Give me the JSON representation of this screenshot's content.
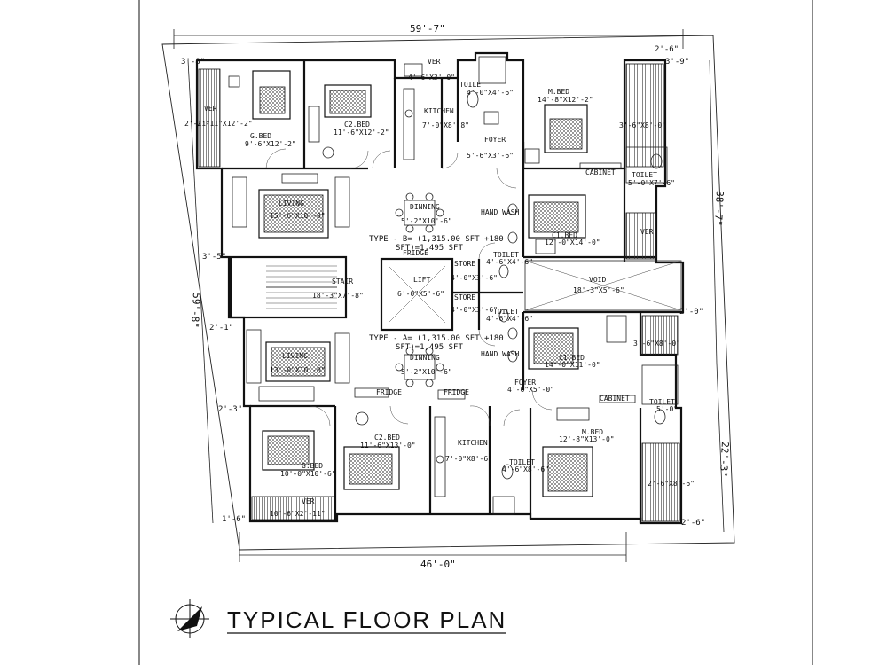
{
  "title": "TYPICAL FLOOR PLAN",
  "dimensions": {
    "top_width": "59'-7\"",
    "bottom_width": "46'-0\"",
    "left_height": "59'-8\"",
    "right_upper": "38'-7\"",
    "right_lower": "22'-3\"",
    "top_left_offset": "3'-8\"",
    "top_left_small": "2'-11\"",
    "top_right_small": "2'-6\"",
    "top_right_offset": "3'-9\"",
    "left_mid_1": "3'-5\"",
    "left_mid_2": "2'-1\"",
    "left_mid_3": "2'-3\"",
    "bottom_left_small": "1'-6\"",
    "bottom_right_small": "2'-6\"",
    "right_mid_small": "2'-0\""
  },
  "rooms": {
    "g_bed_top": "G.BED",
    "g_bed_top_size": "9'-6\"X12'-2\"",
    "c2_bed_top": "C2.BED",
    "c2_bed_top_size": "11'-6\"X12'-2\"",
    "kitchen_top": "KITCHEN",
    "kitchen_top_size": "7'-0\"X8'-8\"",
    "toilet_top": "TOILET",
    "toilet_top_size": "4'-0\"X4'-6\"",
    "foyer_top": "FOYER",
    "foyer_top_size": "5'-6\"X3'-6\"",
    "m_bed_top": "M.BED",
    "m_bed_top_size": "14'-8\"X12'-2\"",
    "cabinet_top": "CABINET",
    "toilet_top_right": "TOILET",
    "toilet_top_right_size": "5'-0\"X7'-6\"",
    "ver_top_left": "VER",
    "ver_top_left_size": "2'-11\"X12'-2\"",
    "ver_top_mid": "VER",
    "ver_top_right_size": "3'-6\"X8'-0\"",
    "living_top": "LIVING",
    "living_top_size": "15'-6\"X10'-0\"",
    "dinning_top": "DINNING",
    "dinning_top_size": "5'-2\"X10'-6\"",
    "hand_wash_top": "HAND WASH",
    "c1_bed_top": "C1.BED",
    "c1_bed_top_size": "12'-0\"X14'-0\"",
    "ver_right_top": "VER",
    "type_b": "TYPE - B= (1,315.00 SFT +180",
    "type_b_line2": "SFT)=1,495 SFT",
    "stair": "STAIR",
    "stair_size": "18'-3\"X7'-8\"",
    "lift": "LIFT",
    "lift_size": "6'-0\"X5'-6\"",
    "store_top": "STORE",
    "store_top_size": "4'-0\"X3'-6\"",
    "store_bottom": "STORE",
    "store_bottom_size": "4'-0\"X3'-6\"",
    "toilet_mid_top": "TOILET",
    "toilet_mid_top_size": "4'-6\"X4'-6\"",
    "toilet_mid_bottom": "TOILET",
    "toilet_mid_bottom_size": "4'-6\"X4'-6\"",
    "void": "VOID",
    "void_size": "18'-3\"X5'-6\"",
    "type_a": "TYPE - A= (1,315.00 SFT +180",
    "type_a_line2": "SFT)=1,495 SFT",
    "living_bottom": "LIVING",
    "living_bottom_size": "13'-0\"X10'-0\"",
    "dinning_bottom": "DINNING",
    "dinning_bottom_size": "5'-2\"X10'-6\"",
    "hand_wash_bottom": "HAND WASH",
    "c1_bed_bottom": "C1.BED",
    "c1_bed_bottom_size": "14'-0\"X11'-0\"",
    "ver_right_bottom_size": "3'-6\"X8'-0\"",
    "foyer_bottom": "FOYER",
    "foyer_bottom_size": "4'-6\"X5'-0\"",
    "cabinet_bottom": "CABINET",
    "toilet_right_bottom": "TOILET",
    "toilet_right_bottom_size": "5'-0\"",
    "fridge_1": "FRIDGE",
    "fridge_2": "FRIDGE",
    "fridge_3": "FRIDGE",
    "g_bed_bottom": "G.BED",
    "g_bed_bottom_size": "10'-0\"X10'-6\"",
    "c2_bed_bottom": "C2.BED",
    "c2_bed_bottom_size": "11'-6\"X13'-0\"",
    "kitchen_bottom": "KITCHEN",
    "kitchen_bottom_size": "7'-0\"X8'-6\"",
    "toilet_bottom": "TOILET",
    "toilet_bottom_size": "4'-6\"X8'-6\"",
    "m_bed_bottom": "M.BED",
    "m_bed_bottom_size": "12'-8\"X13'-0\"",
    "ver_bottom_left": "VER",
    "ver_bottom_left_size": "10'-6\"X2'-11\"",
    "ver_bottom_right_size": "2'-6\"X8'-6\"",
    "ver_top_mid_size": "4'-6\"X3'-0\""
  }
}
